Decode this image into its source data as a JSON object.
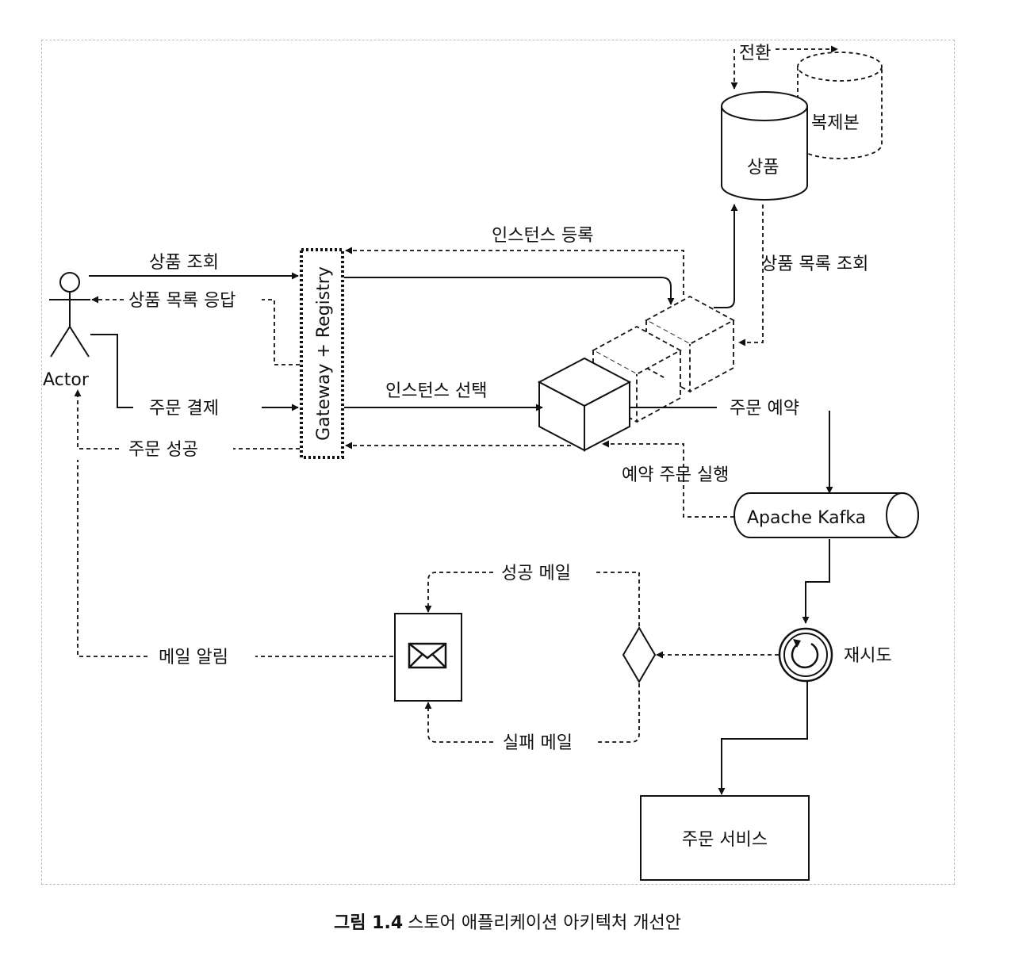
{
  "labels": {
    "actor": "Actor",
    "gateway": "Gateway + Registry",
    "product_db": "상품",
    "replica": "복제본",
    "switch": "전환",
    "product_query": "상품 조회",
    "product_list_response": "상품 목록 응답",
    "order_payment": "주문 결제",
    "order_success": "주문 성공",
    "instance_register": "인스턴스 등록",
    "instance_select": "인스턴스 선택",
    "product_list_query": "상품 목록 조회",
    "order_reserve": "주문 예약",
    "reserved_order_exec": "예약 주문 실행",
    "kafka": "Apache Kafka",
    "retry": "재시도",
    "success_mail": "성공 메일",
    "fail_mail": "실패 메일",
    "mail_notify": "메일 알림",
    "order_service": "주문 서비스"
  },
  "caption": {
    "figure": "그림 1.4",
    "text": "스토어 애플리케이션 아키텍처 개선안"
  }
}
